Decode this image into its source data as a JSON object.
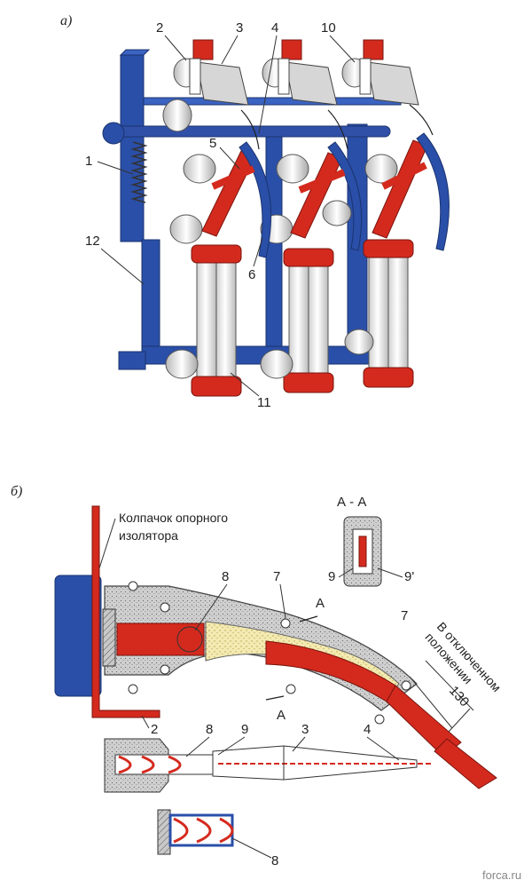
{
  "panel_a": {
    "tag": "а)",
    "callouts": [
      "1",
      "2",
      "3",
      "4",
      "5",
      "6",
      "10",
      "11",
      "12"
    ]
  },
  "panel_b": {
    "tag": "б)",
    "cap_label_line1": "Колпачок опорного",
    "cap_label_line2": "изолятора",
    "section_label": "А - А",
    "section_mark_a1": "А",
    "section_mark_a2": "А",
    "off_label_line1": "В отключенном",
    "off_label_line2": "положении",
    "dimension": "130",
    "callouts": [
      "8",
      "7",
      "9",
      "9'",
      "7",
      "2",
      "8",
      "9",
      "3",
      "4",
      "8"
    ]
  },
  "watermark": "forca.ru",
  "colors": {
    "frame_blue": "#2a4fa8",
    "contact_red": "#d42a1e",
    "insulator_gray": "#d9d9d9",
    "arc_chute_gray": "#bdbdbd",
    "sand_fill": "#f3eab2"
  }
}
